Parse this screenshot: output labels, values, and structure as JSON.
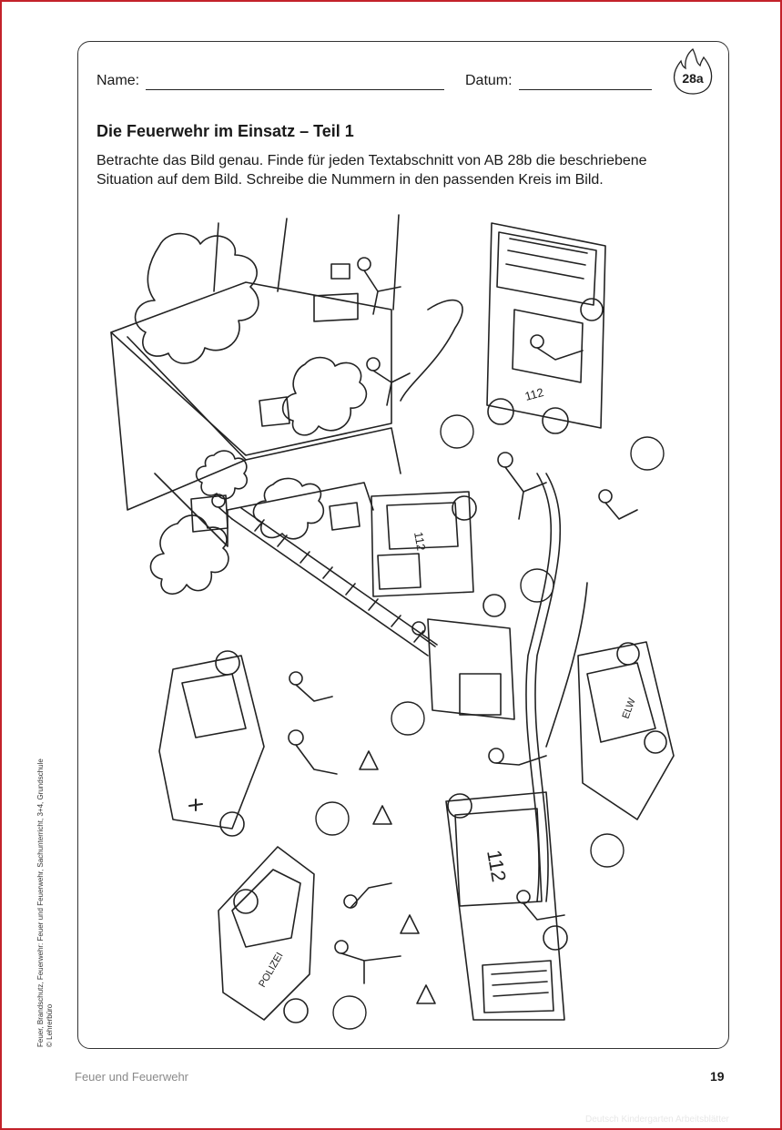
{
  "worksheet": {
    "name_label": "Name:",
    "date_label": "Datum:",
    "badge": "28a",
    "title": "Die Feuerwehr im Einsatz – Teil 1",
    "instruction_line1": "Betrachte das Bild genau. Finde für jeden Textabschnitt von AB 28b die beschriebene",
    "instruction_line2": "Situation auf dem Bild. Schreibe die Nummern in den passenden Kreis im Bild."
  },
  "scene": {
    "truck_number": "112",
    "police_text": "POLIZEI",
    "elw_text": "ELW"
  },
  "side_credit": {
    "line1": "Feuer, Brandschutz, Feuerwehr: Feuer und Feuerwehr, Sachunterricht, 3+4, Grundschule",
    "line2": "© Lehrerbüro"
  },
  "footer": {
    "book_title": "Feuer und Feuerwehr",
    "page_number": "19"
  },
  "watermark": "Deutsch Kindergarten Arbeitsblätter",
  "colors": {
    "frame": "#c3222b",
    "ink": "#1a1a1a",
    "footer_grey": "#8a8a8a"
  }
}
